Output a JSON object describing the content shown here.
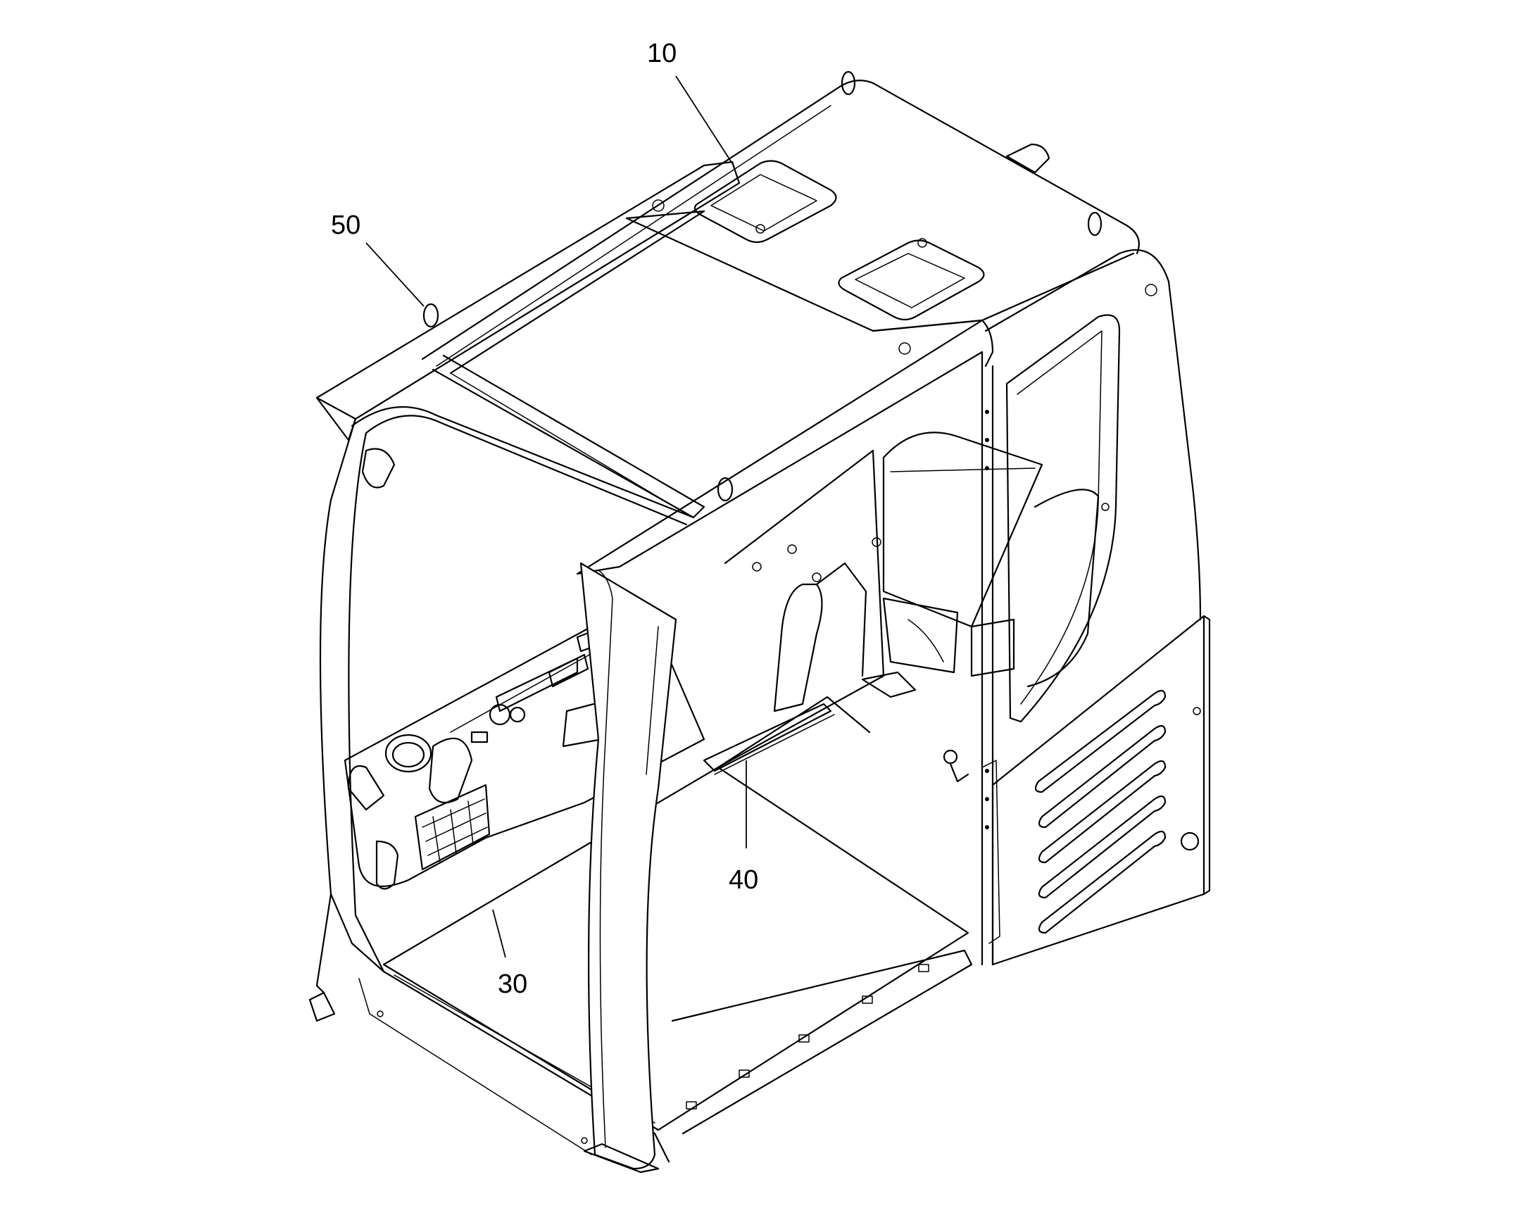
{
  "callouts": [
    {
      "id": "callout-10",
      "text": "10"
    },
    {
      "id": "callout-50",
      "text": "50"
    },
    {
      "id": "callout-40",
      "text": "40"
    },
    {
      "id": "callout-30",
      "text": "30"
    }
  ]
}
